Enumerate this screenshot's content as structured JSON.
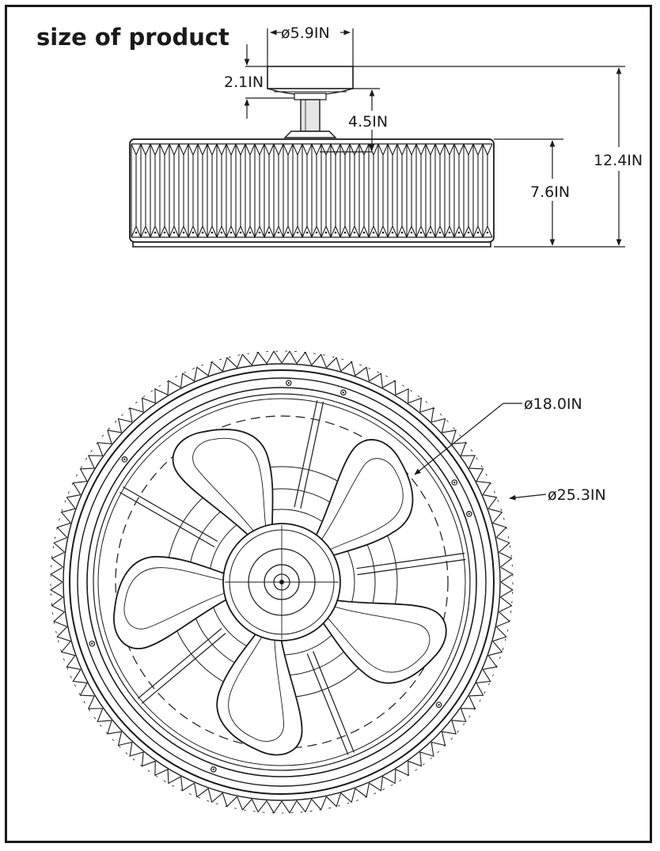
{
  "title": "size of product",
  "dimensions": {
    "canopy_diameter": "ø5.9IN",
    "canopy_height": "2.1IN",
    "downrod_length": "4.5IN",
    "body_height": "7.6IN",
    "total_height": "12.4IN",
    "blade_diameter": "ø18.0IN",
    "overall_diameter": "ø25.3IN"
  },
  "blade_count": 5,
  "colors": {
    "line": "#1a1a1a",
    "background": "#ffffff"
  }
}
